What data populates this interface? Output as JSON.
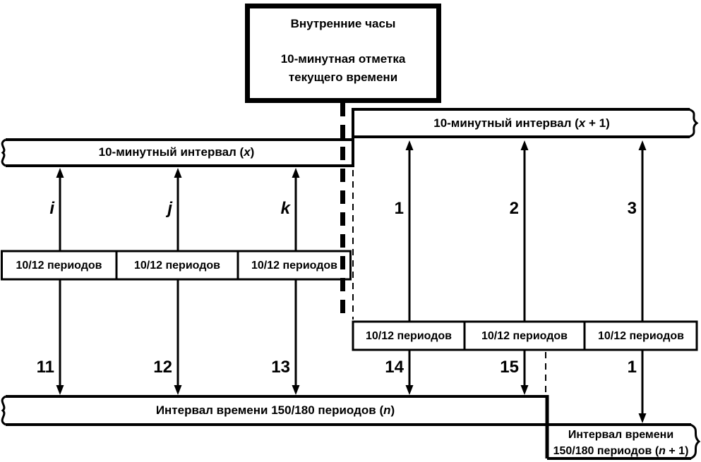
{
  "page": {
    "background": "#ffffff",
    "line_color": "#000000"
  },
  "clock_box": {
    "title": "Внутренние часы",
    "subtitle_line1": "10-минутная отметка",
    "subtitle_line2": "текущего времени"
  },
  "bands": {
    "interval_x": {
      "prefix": "10-минутный интервал (",
      "variable": "x",
      "suffix": ")"
    },
    "interval_x_plus_1": {
      "prefix": "10-минутный интервал (",
      "variable": "x",
      "suffix": " + 1)"
    },
    "interval_n": {
      "prefix": "Интервал времени 150/180 периодов (",
      "variable": "n",
      "suffix": ")"
    },
    "interval_n_plus_1": {
      "line1": "Интервал времени",
      "prefix": "150/180 периодов (",
      "variable": "n",
      "suffix": " + 1)"
    }
  },
  "period_boxes": {
    "left": [
      "10/12 периодов",
      "10/12 периодов",
      "10/12 периодов"
    ],
    "right": [
      "10/12 периодов",
      "10/12 периодов",
      "10/12 периодов"
    ]
  },
  "markers": {
    "upper_left": [
      "i",
      "j",
      "k"
    ],
    "upper_right": [
      "1",
      "2",
      "3"
    ],
    "lower_left": [
      "11",
      "12",
      "13"
    ],
    "lower_right": [
      "14",
      "15",
      "1"
    ]
  }
}
